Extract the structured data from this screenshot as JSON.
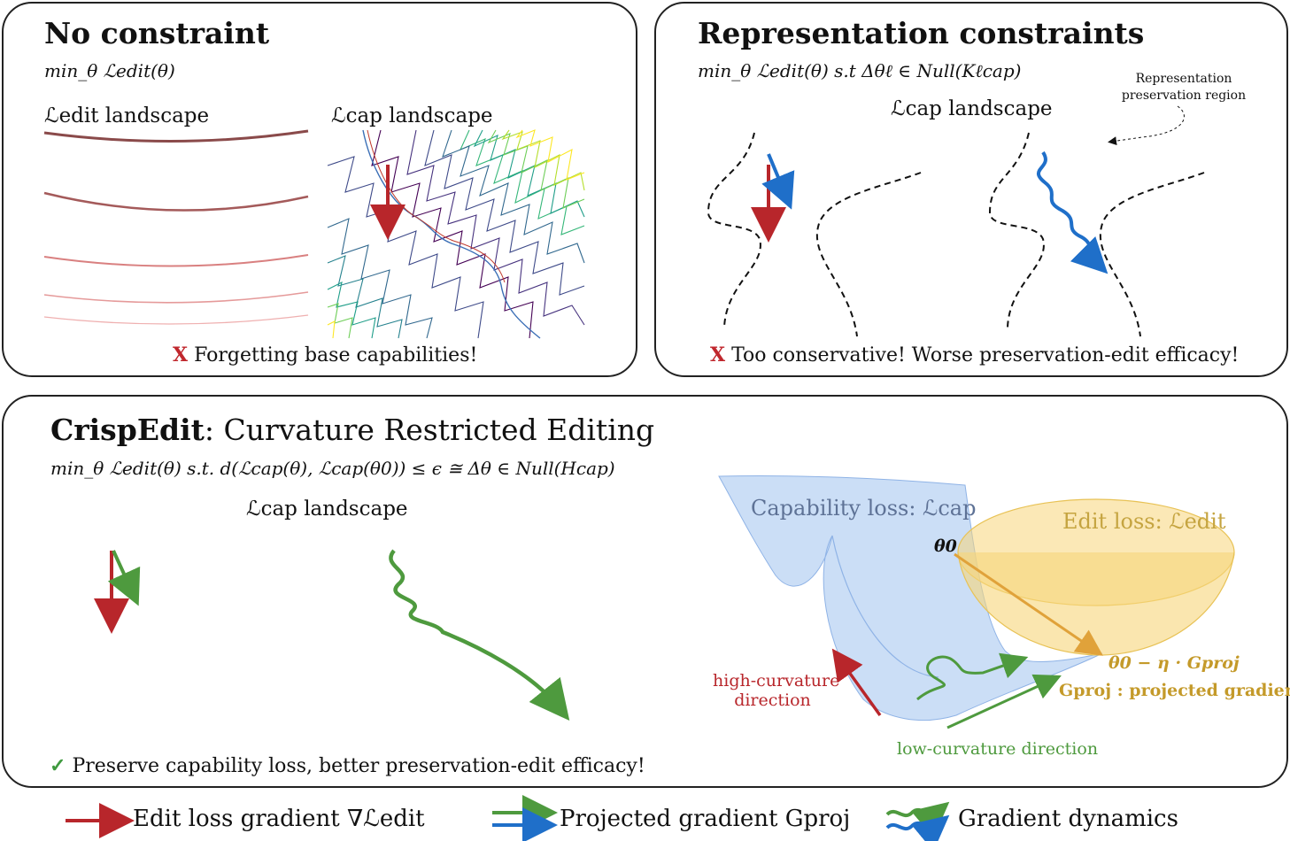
{
  "panels": {
    "no_constraint": {
      "title": "No constraint",
      "formula": "min_θ  ℒedit(θ)",
      "edit_landscape_label": "ℒedit landscape",
      "cap_landscape_label": "ℒcap landscape",
      "warning_mark": "X",
      "warning_text": "Forgetting base capabilities!"
    },
    "representation": {
      "title": "Representation constraints",
      "formula": "min_θ  ℒedit(θ)   s.t   Δθℓ ∈ Null(Kℓcap)",
      "cap_landscape_label": "ℒcap landscape",
      "region_label_line1": "Representation",
      "region_label_line2": "preservation region",
      "warning_mark": "X",
      "warning_text": "Too conservative! Worse preservation-edit efficacy!"
    },
    "crispedit": {
      "title_bold": "CrispEdit",
      "title_rest": ": Curvature Restricted Editing",
      "formula": "min_θ  ℒedit(θ)   s.t.   d(ℒcap(θ), ℒcap(θ0)) ≤ ϵ  ≅ Δθ ∈ Null(Hcap)",
      "cap_landscape_label": "ℒcap landscape",
      "check_mark": "✓",
      "success_text": "Preserve capability loss, better preservation-edit efficacy!",
      "capability_loss_label": "Capability loss: ℒcap",
      "edit_loss_label": "Edit loss: ℒedit",
      "theta0_label": "θ0",
      "update_label": "θ0 − η · Gproj",
      "gproj_label": "Gproj : projected gradient",
      "high_curv_line1": "high-curvature",
      "high_curv_line2": "direction",
      "low_curv_label": "low-curvature direction"
    }
  },
  "legend": {
    "edit_gradient": "Edit loss gradient ∇ℒedit",
    "projected_gradient": "Projected gradient Gproj",
    "gradient_dynamics": "Gradient dynamics"
  },
  "colors": {
    "edit_gradient": "#b8262b",
    "projected_green": "#4e9a3e",
    "projected_blue": "#1f6fc9",
    "capability_surface": "#b9d3f3",
    "edit_surface": "#f7d67a",
    "dashed_region": "#111111"
  },
  "icons": [
    "arrow-red-icon",
    "arrow-green-blue-icon",
    "wavy-arrow-icon",
    "check-icon",
    "x-icon"
  ]
}
